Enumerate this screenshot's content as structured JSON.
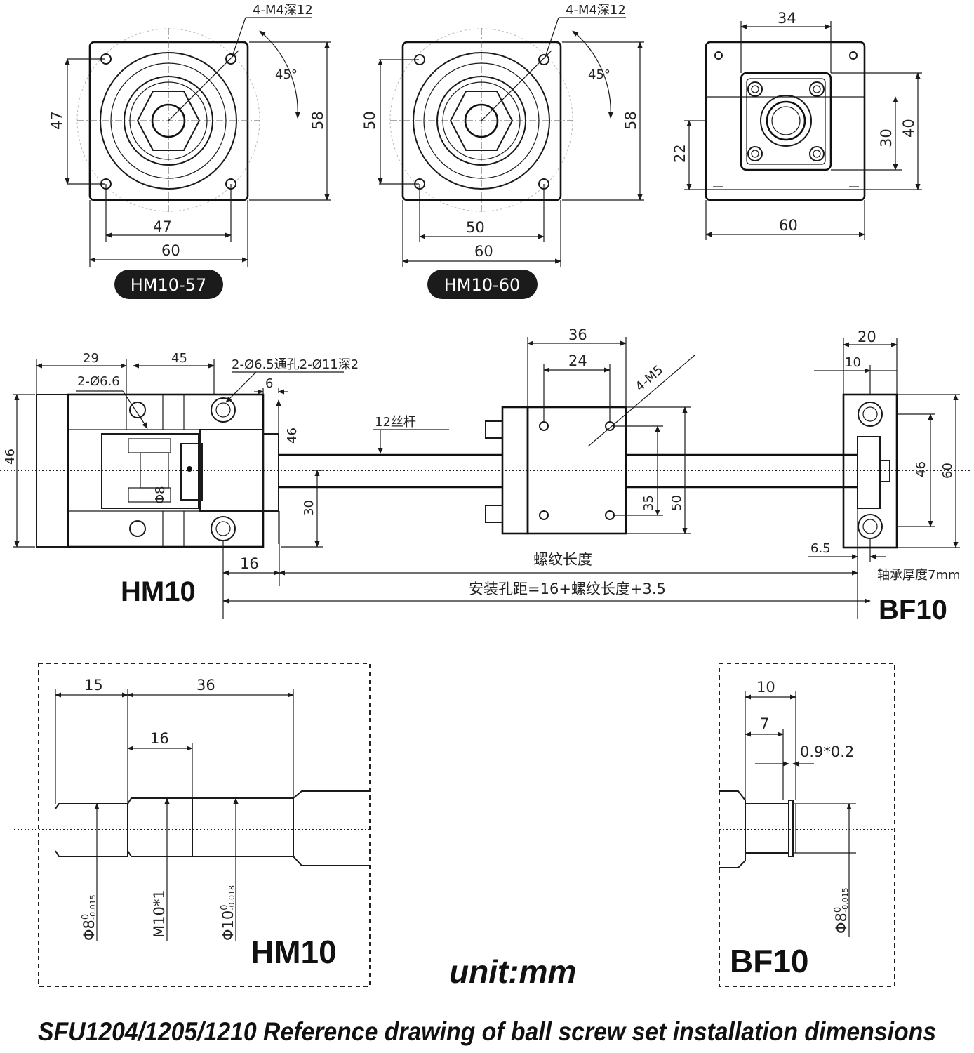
{
  "views": {
    "flange57": {
      "pill": "HM10-57",
      "holes": "4-M4深12",
      "angle": "45°",
      "d_inner_h": "47",
      "d_inner_v": "47",
      "d_outer_h": "60",
      "d_outer_v": "58"
    },
    "flange60": {
      "pill": "HM10-60",
      "holes": "4-M4深12",
      "angle": "45°",
      "d_inner_h": "50",
      "d_inner_v": "50",
      "d_outer_h": "60",
      "d_outer_v": "58"
    },
    "bf_front": {
      "d_top": "34",
      "d_bottom": "60",
      "d_left": "22",
      "d_r1": "30",
      "d_r2": "40"
    }
  },
  "assembly": {
    "hm": {
      "d29": "29",
      "d45": "45",
      "holes_a": "2-Ø6.6",
      "holes_b": "2-Ø6.5通孔2-Ø11深2",
      "d6": "6",
      "d46_left": "46",
      "d46_inner": "46",
      "phi8": "Φ8",
      "d30": "30",
      "d16": "16",
      "label": "HM10"
    },
    "screw_label": "12丝杆",
    "nut": {
      "d36": "36",
      "d24": "24",
      "holes": "4-M5",
      "d35": "35",
      "d50": "50"
    },
    "bf": {
      "d20": "20",
      "d10": "10",
      "d46": "46",
      "d60": "60",
      "d65": "6.5",
      "bearing_note": "轴承厚度7mm",
      "label": "BF10"
    },
    "thread_length": "螺纹长度",
    "mount_spacing": "安装孔距=16+螺纹长度+3.5"
  },
  "detail_hm": {
    "d15": "15",
    "d36": "36",
    "d16": "16",
    "phi8_main": "Φ8",
    "phi8_sup": "0",
    "phi8_sub": "-0.015",
    "thread_main": "M10*1",
    "phi10_main": "Φ10",
    "phi10_sup": "0",
    "phi10_sub": "-0.018",
    "label": "HM10"
  },
  "detail_bf": {
    "d10": "10",
    "d7": "7",
    "groove": "0.9*0.2",
    "phi8_main": "Φ8",
    "phi8_sup": "0",
    "phi8_sub": "-0.015",
    "label": "BF10"
  },
  "unit": "unit:mm",
  "footer": "SFU1204/1205/1210 Reference drawing of ball screw set installation dimensions"
}
